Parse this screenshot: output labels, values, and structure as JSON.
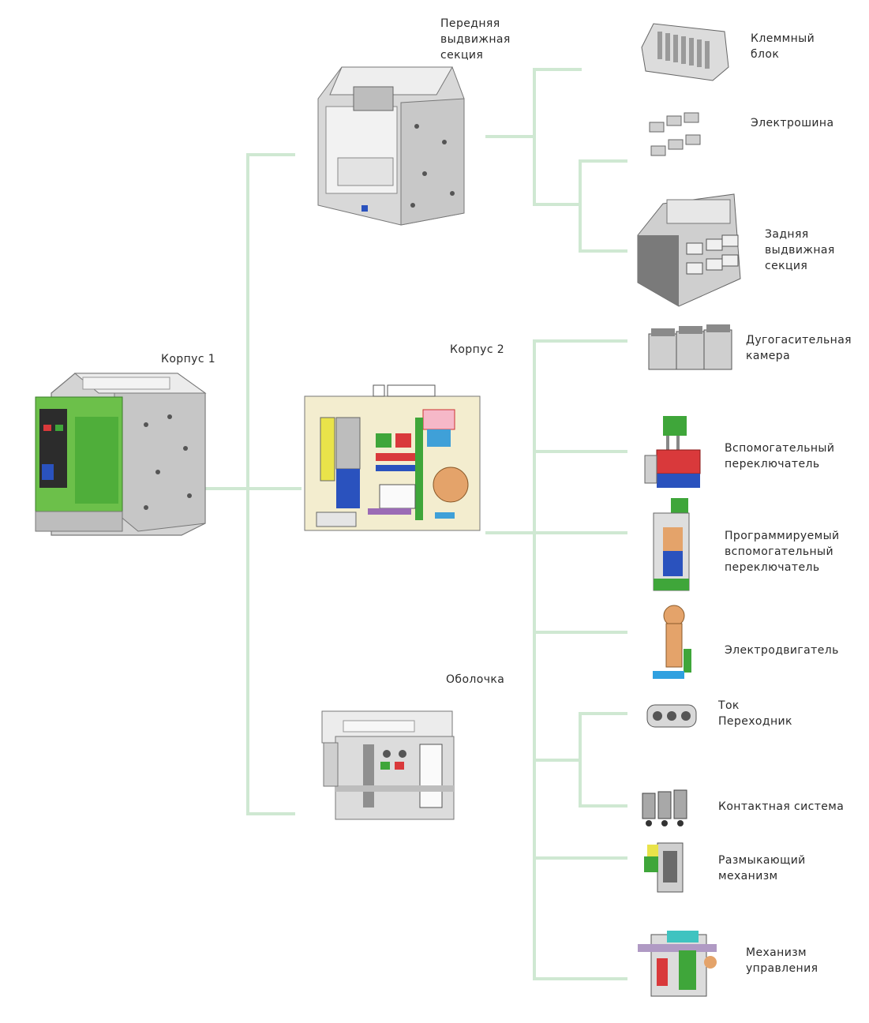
{
  "colors": {
    "connector": "#cfe8d2",
    "metal_light": "#e6e6e6",
    "metal_mid": "#bdbdbd",
    "metal_dark": "#6f6f6f",
    "accent_green": "#3fa63a",
    "accent_blue": "#2a52be",
    "accent_red": "#d9393b",
    "accent_yellow": "#e9e34a",
    "accent_orange": "#d98a4a"
  },
  "nodes": {
    "korpus1": {
      "label": "Корпус 1",
      "icon": "breaker-body-image"
    },
    "front_section": {
      "label": "Передняя\nвыдвижная\nсекция",
      "icon": "front-drawout-section-image"
    },
    "korpus2": {
      "label": "Корпус 2",
      "icon": "breaker-internal-layout-image"
    },
    "shell": {
      "label": "Оболочка",
      "icon": "front-cover-image"
    },
    "terminal_block": {
      "label": "Клеммный\nблок",
      "icon": "terminal-block-image"
    },
    "busbar": {
      "label": "Электрошина",
      "icon": "busbar-image"
    },
    "rear_section": {
      "label": "Задняя\nвыдвижная\nсекция",
      "icon": "rear-drawout-section-image"
    },
    "arc_chamber": {
      "label": "Дугогасительная\nкамера",
      "icon": "arc-chamber-image"
    },
    "aux_switch": {
      "label": "Вспомогательный\nпереключатель",
      "icon": "aux-switch-image"
    },
    "prog_aux_switch": {
      "label": "Программируемый\nвспомогательный\nпереключатель",
      "icon": "programmable-aux-switch-image"
    },
    "motor": {
      "label": "Электродвигатель",
      "icon": "motor-image"
    },
    "current_adapter": {
      "label": "Ток\nПереходник",
      "icon": "current-adapter-image"
    },
    "contact_system": {
      "label": "Контактная система",
      "icon": "contact-system-image"
    },
    "trip_mechanism": {
      "label": "Размыкающий\nмеханизм",
      "icon": "trip-mechanism-image"
    },
    "control_mechanism": {
      "label": "Механизм\nуправления",
      "icon": "control-mechanism-image"
    }
  }
}
